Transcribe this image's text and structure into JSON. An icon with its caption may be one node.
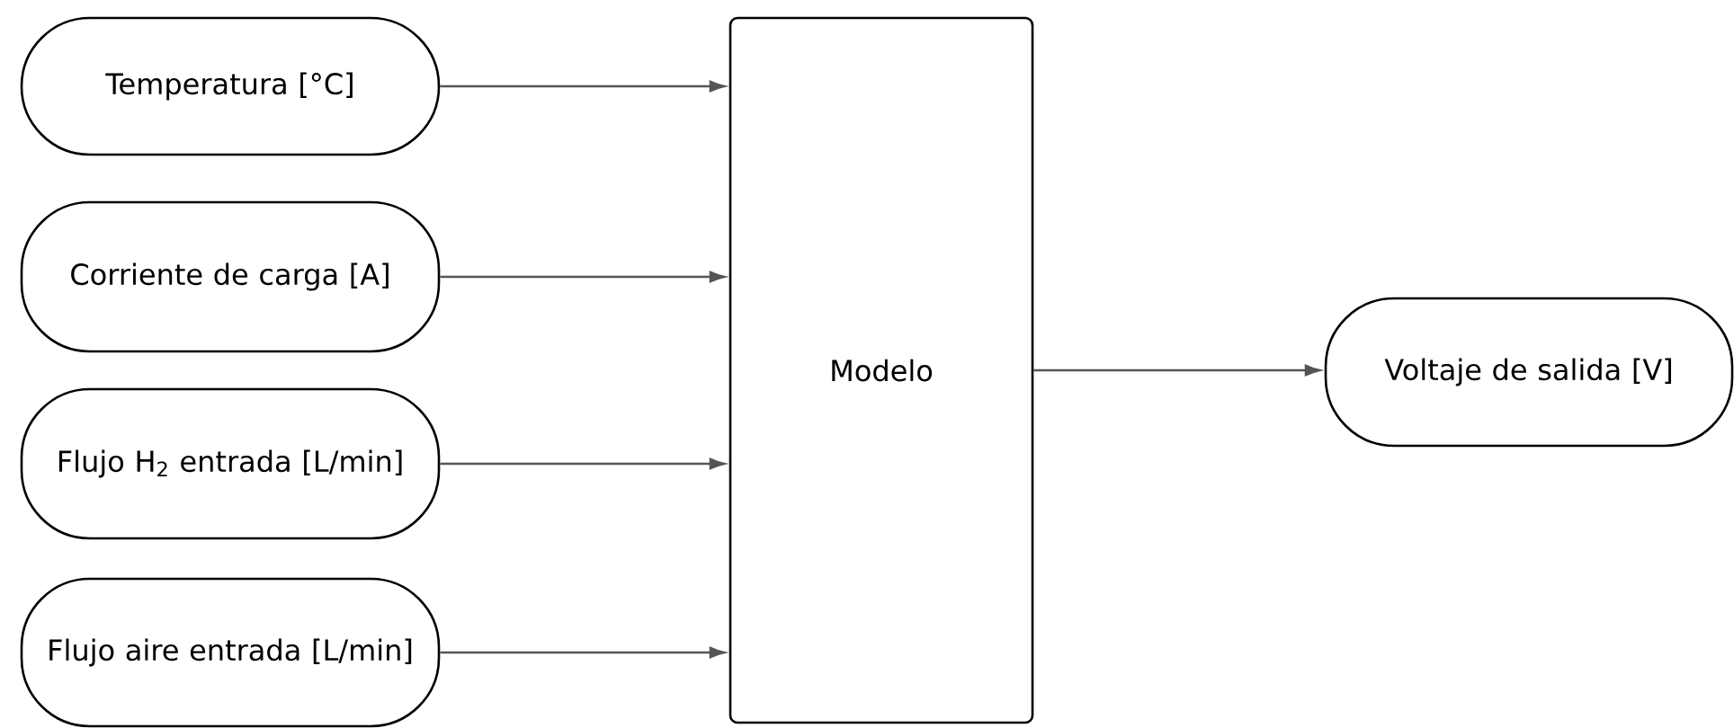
{
  "diagram": {
    "nodes": [
      {
        "text": [
          "Temperatura [°C]"
        ]
      },
      {
        "text": [
          "Corriente de carga [A]"
        ]
      },
      {
        "text": [
          "Flujo H$_{2}$ entrada [L/min]"
        ]
      },
      {
        "text": [
          "Flujo aire entrada [L/min]"
        ]
      },
      {
        "text": [
          "Modelo"
        ]
      },
      {
        "text": [
          "Voltaje de salida [V]"
        ]
      }
    ],
    "edges": [
      {
        "from": 0,
        "to": 4,
        "arrow": "to"
      },
      {
        "from": 1,
        "to": 4,
        "arrow": "to"
      },
      {
        "from": 2,
        "to": 4,
        "arrow": "to"
      },
      {
        "from": 3,
        "to": 4,
        "arrow": "to"
      },
      {
        "from": 4,
        "to": 5,
        "arrow": "to"
      }
    ]
  }
}
